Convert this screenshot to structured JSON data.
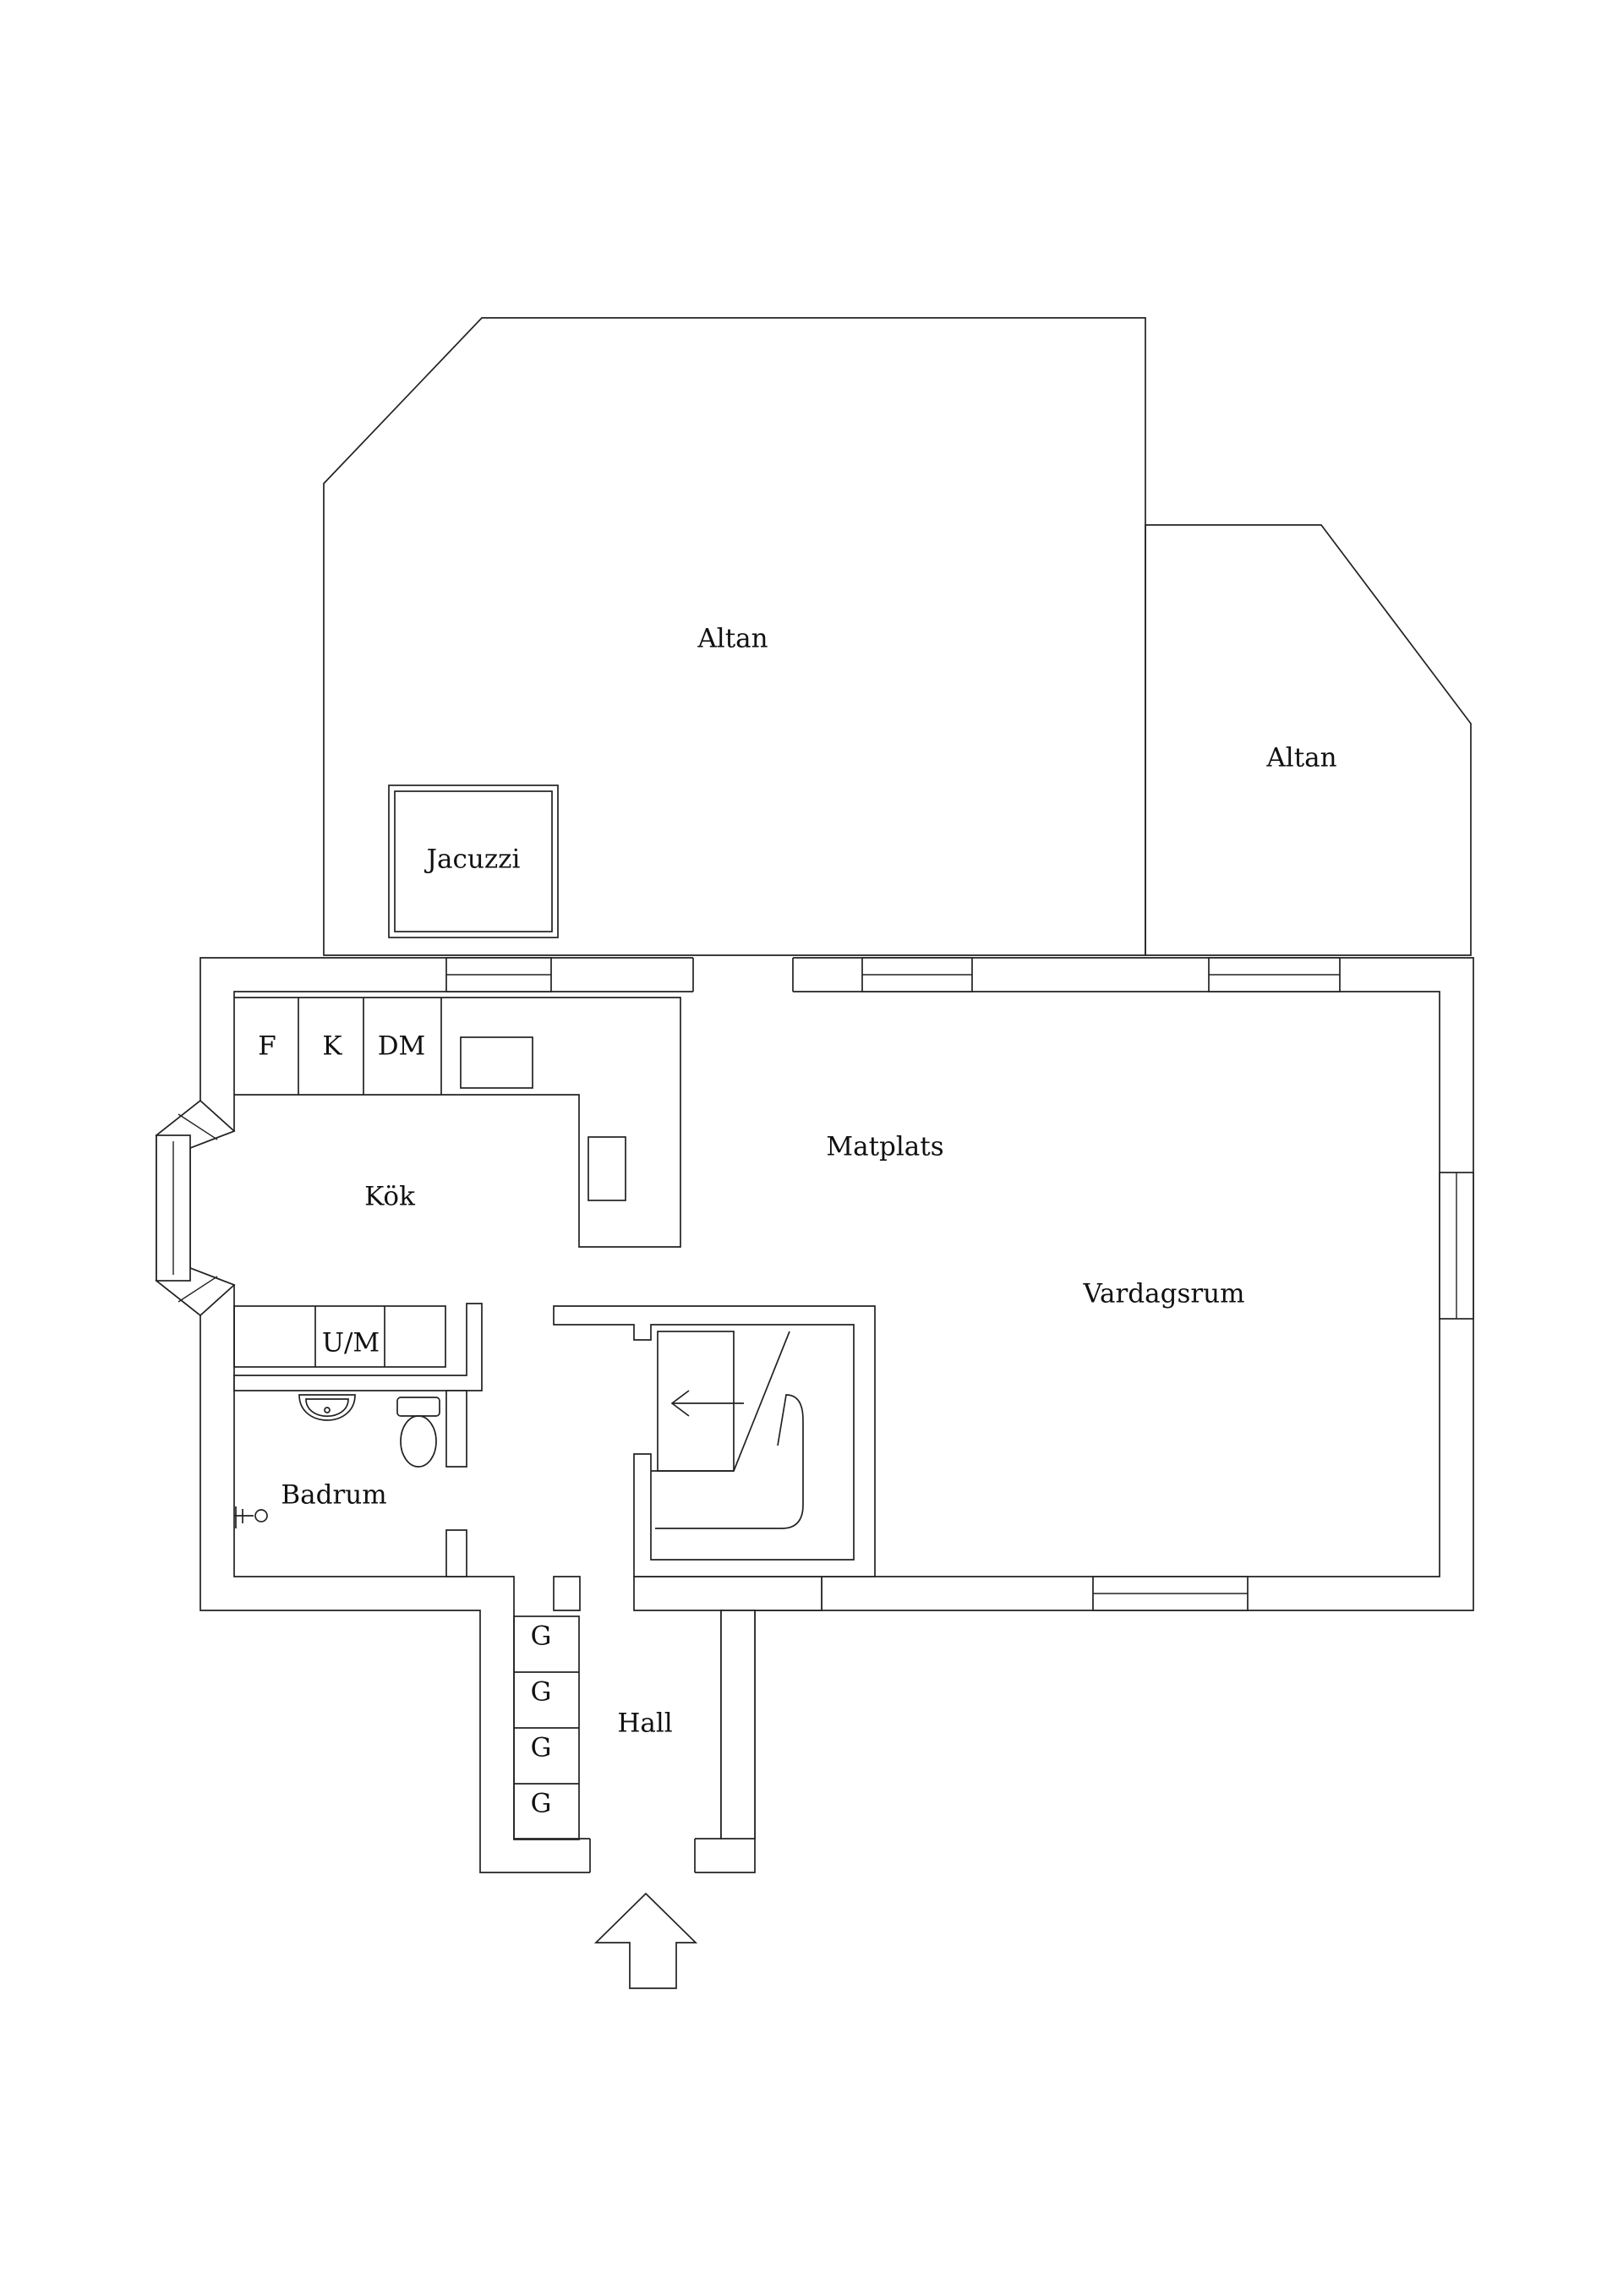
{
  "rooms": {
    "altan_main": "Altan",
    "altan_side": "Altan",
    "jacuzzi": "Jacuzzi",
    "kok": "Kök",
    "matplats": "Matplats",
    "vardagsrum": "Vardagsrum",
    "badrum": "Badrum",
    "hall": "Hall"
  },
  "appliances": {
    "fridge": "F",
    "freezer": "K",
    "dishwasher": "DM",
    "washer_dryer": "U/M"
  },
  "wardrobes": [
    "G",
    "G",
    "G",
    "G"
  ],
  "colors": {
    "line": "#222222",
    "background": "#ffffff"
  }
}
